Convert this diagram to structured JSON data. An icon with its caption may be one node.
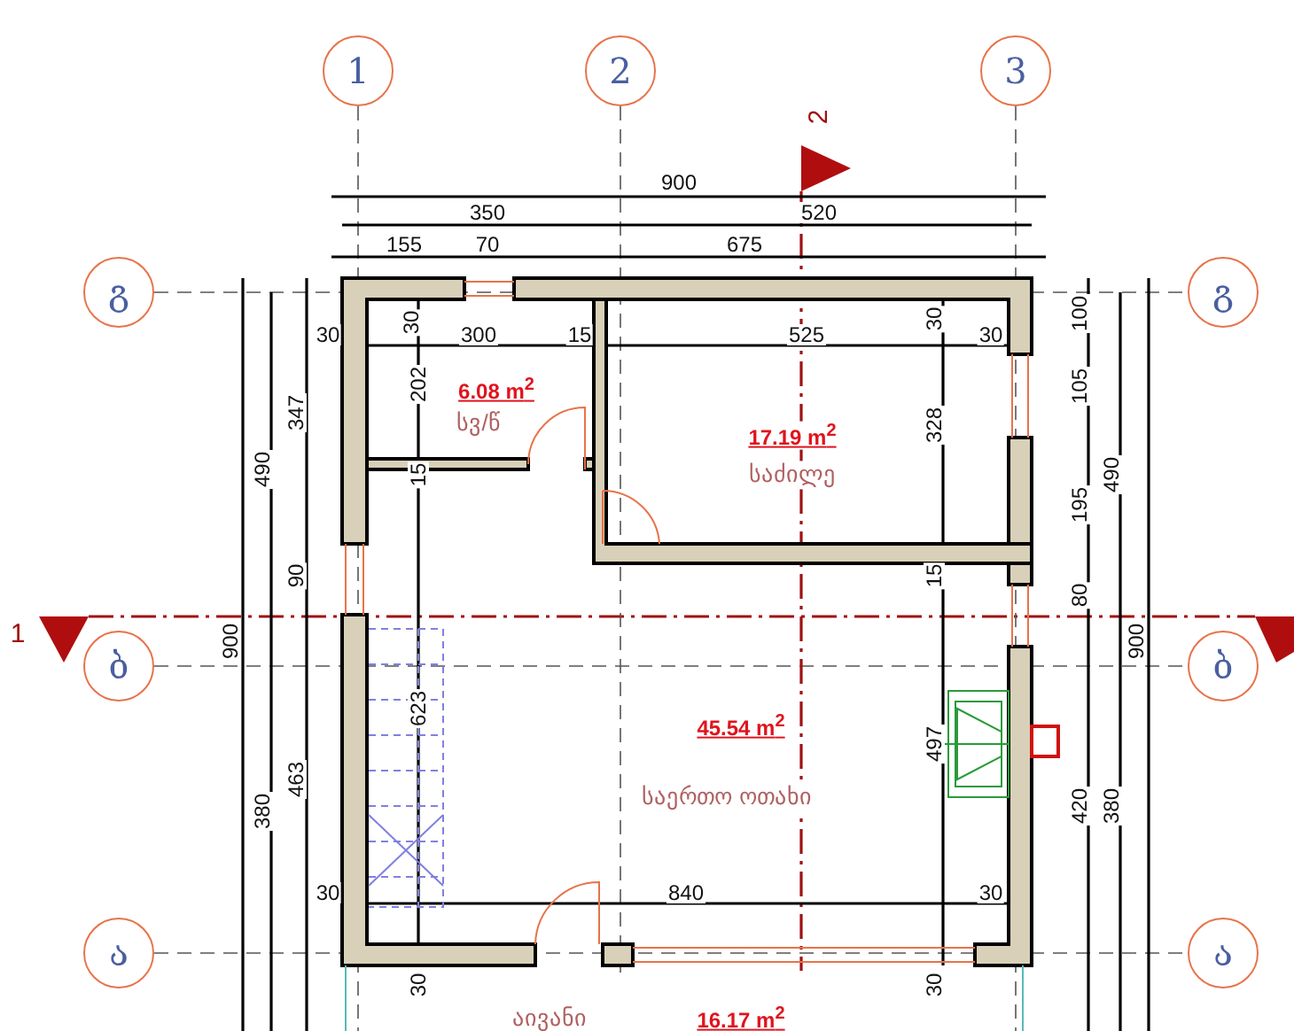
{
  "diagram": {
    "nodes": [
      {
        "text": [
          "1"
        ]
      },
      {
        "text": [
          "2"
        ]
      },
      {
        "text": [
          "3"
        ]
      },
      {
        "text": [],
        "shape": "triangle",
        "beside": [
          "2"
        ]
      },
      {
        "text": [
          "გ"
        ]
      },
      {
        "text": [
          "გ"
        ]
      },
      {
        "text": [
          "6.08 m$^{2}$",
          "სვ/წ"
        ]
      },
      {
        "text": [
          "17.19 m$^{2}$",
          "საძილე"
        ]
      },
      {
        "text": [],
        "shape": "triangle",
        "beside": [
          "1"
        ]
      },
      {
        "text": [],
        "shape": "triangle"
      },
      {
        "text": [
          "ბ"
        ]
      },
      {
        "text": [
          "ბ"
        ]
      },
      {
        "text": [
          "45.54 m$^{2}$",
          "საერთო ოთახი"
        ]
      },
      {
        "text": [
          "ა"
        ]
      },
      {
        "text": [
          "ა"
        ]
      },
      {
        "text": [
          "აივანი",
          "16.17 m$^{2}$"
        ]
      }
    ],
    "edges": [
      {
        "from": 0,
        "to": null,
        "arrow": "none",
        "style": "dashed"
      },
      {
        "from": 1,
        "to": null,
        "arrow": "none",
        "style": "dashed"
      },
      {
        "from": 2,
        "to": null,
        "arrow": "none",
        "style": "dashed"
      },
      {
        "from": 3,
        "to": null,
        "arrow": "none",
        "style": "dashed",
        "color": "#a01010"
      },
      {
        "from": 4,
        "to": 5,
        "arrow": "none",
        "style": "dashed"
      },
      {
        "from": 8,
        "to": 9,
        "arrow": "none",
        "style": "dashed",
        "color": "#a01010"
      },
      {
        "from": 10,
        "to": 11,
        "arrow": "none",
        "style": "dashed"
      },
      {
        "from": 13,
        "to": 14,
        "arrow": "none",
        "style": "dashed"
      }
    ],
    "labels": [
      "900",
      "350",
      "520",
      "155",
      "70",
      "675",
      "30",
      "30",
      "300",
      "15",
      "525",
      "30",
      "30",
      "100",
      "347",
      "490",
      "202",
      "105",
      "328",
      "490",
      "15",
      "195",
      "90",
      "15",
      "80",
      "900",
      "900",
      "623",
      "497",
      "463",
      "380",
      "420",
      "380",
      "30",
      "840",
      "30",
      "30",
      "30"
    ]
  }
}
